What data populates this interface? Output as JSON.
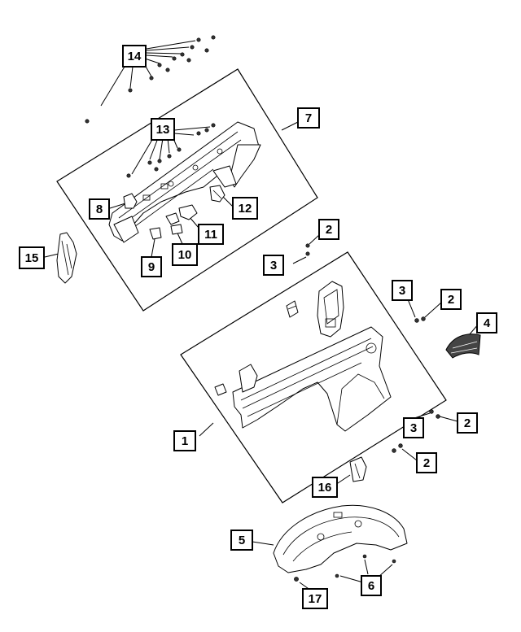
{
  "callouts": [
    {
      "id": "c14",
      "label": "14"
    },
    {
      "id": "c7",
      "label": "7"
    },
    {
      "id": "c13",
      "label": "13"
    },
    {
      "id": "c8",
      "label": "8"
    },
    {
      "id": "c12",
      "label": "12"
    },
    {
      "id": "c11",
      "label": "11"
    },
    {
      "id": "c10",
      "label": "10"
    },
    {
      "id": "c9",
      "label": "9"
    },
    {
      "id": "c15",
      "label": "15"
    },
    {
      "id": "c2a",
      "label": "2"
    },
    {
      "id": "c3a",
      "label": "3"
    },
    {
      "id": "c3b",
      "label": "3"
    },
    {
      "id": "c2b",
      "label": "2"
    },
    {
      "id": "c4",
      "label": "4"
    },
    {
      "id": "c1",
      "label": "1"
    },
    {
      "id": "c3c",
      "label": "3"
    },
    {
      "id": "c2c",
      "label": "2"
    },
    {
      "id": "c2d",
      "label": "2"
    },
    {
      "id": "c16",
      "label": "16"
    },
    {
      "id": "c5",
      "label": "5"
    },
    {
      "id": "c6",
      "label": "6"
    },
    {
      "id": "c17",
      "label": "17"
    }
  ]
}
